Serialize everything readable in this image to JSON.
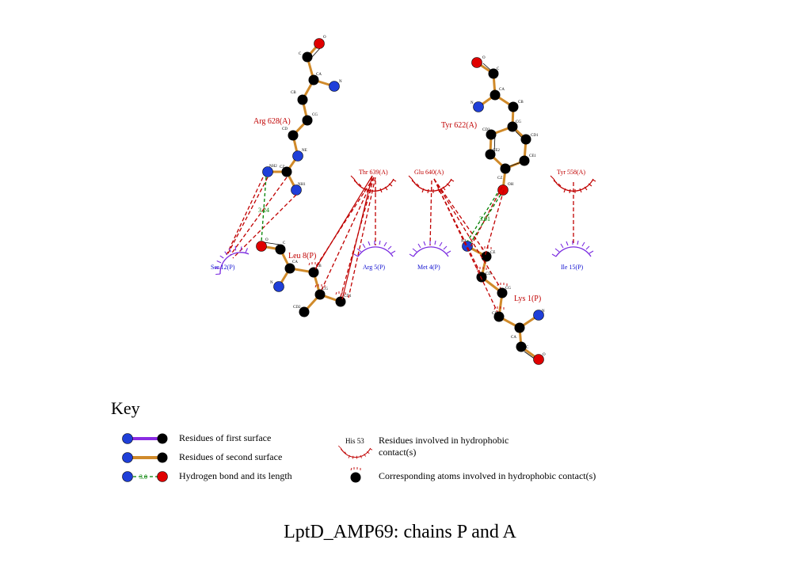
{
  "title": "LptD_AMP69: chains P and A",
  "residues": {
    "arg628": "Arg 628(A)",
    "tyr622": "Tyr 622(A)",
    "thr639": "Thr 639(A)",
    "glu640": "Glu 640(A)",
    "tyr558": "Tyr 558(A)",
    "leu8": "Leu 8(P)",
    "lys1": "Lys 1(P)",
    "ser12": "Ser 12(P)",
    "arg5": "Arg 5(P)",
    "met4": "Met 4(P)",
    "ile15": "Ile 15(P)"
  },
  "hbonds": {
    "arg_to_leu": "3.24",
    "tyr_to_lys": "3.01"
  },
  "atoms": {
    "O": "O",
    "C": "C",
    "CA": "CA",
    "CB": "CB",
    "CG": "CG",
    "CD": "CD",
    "NE": "NE",
    "N": "N",
    "NH1": "NH1",
    "NH2": "NH2",
    "OH": "OH",
    "CZ": "CZ",
    "CD1": "CD1",
    "CD2": "CD2",
    "CE1": "CE1",
    "CE2": "CE2",
    "CE": "CE",
    "CD_leu2": "CD2",
    "CD_leu1": "CD1",
    "NZ": "NZ"
  },
  "key": {
    "heading": "Key",
    "first_surface": "Residues of first surface",
    "second_surface": "Residues of second surface",
    "hbond": "Hydrogen bond and its length",
    "hbond_example": "3.0",
    "hydrophobic_example": "His 53",
    "hydrophobic_line1": "Residues involved in hydrophobic",
    "hydrophobic_line2": "contact(s)",
    "hydrophobic_atoms": "Corresponding atoms involved in hydrophobic contact(s)"
  },
  "colors": {
    "bond_first": "#8a2be2",
    "bond_second": "#d08a2a",
    "carbon": "#000000",
    "nitrogen": "#1f3fd8",
    "oxygen": "#e00000",
    "hbond": "#008000",
    "hydrophobic": "#c00000",
    "residue_first": "#7a2ae0"
  }
}
